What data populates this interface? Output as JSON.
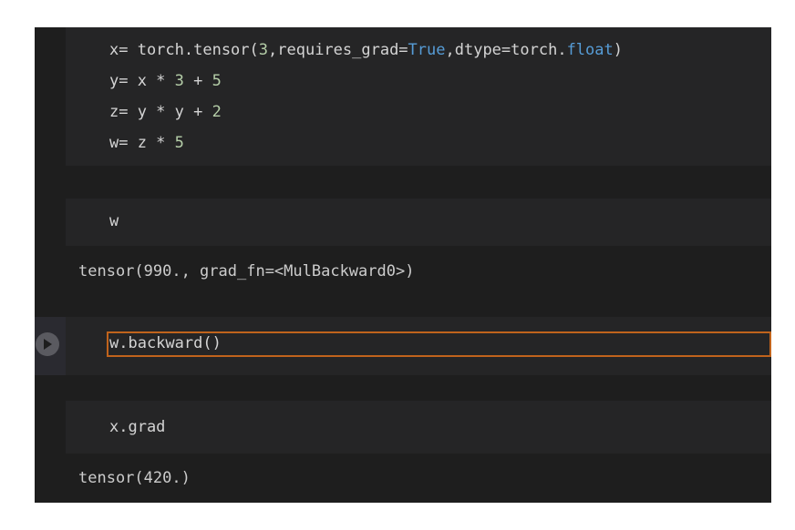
{
  "cells": [
    {
      "id": "cell-1",
      "lines": [
        [
          {
            "t": "x= torch.tensor("
          },
          {
            "t": "3",
            "c": "num"
          },
          {
            "t": ",requires_grad="
          },
          {
            "t": "True",
            "c": "kw"
          },
          {
            "t": ",dtype=torch."
          },
          {
            "t": "float",
            "c": "kw"
          },
          {
            "t": ")"
          }
        ],
        [
          {
            "t": "y= x * "
          },
          {
            "t": "3",
            "c": "num"
          },
          {
            "t": " + "
          },
          {
            "t": "5",
            "c": "num"
          }
        ],
        [
          {
            "t": "z= y * y + "
          },
          {
            "t": "2",
            "c": "num"
          }
        ],
        [
          {
            "t": "w= z * "
          },
          {
            "t": "5",
            "c": "num"
          }
        ]
      ]
    },
    {
      "id": "cell-2",
      "lines": [
        [
          {
            "t": "w"
          }
        ]
      ],
      "output": "tensor(990., grad_fn=<MulBackward0>)"
    },
    {
      "id": "cell-3",
      "lines": [
        [
          {
            "t": "w.backward()"
          }
        ]
      ]
    },
    {
      "id": "cell-4",
      "lines": [
        [
          {
            "t": "x.grad"
          }
        ]
      ],
      "output": "tensor(420.)"
    }
  ],
  "colors": {
    "background": "#1e1e1e",
    "code_text": "#d4d4d4",
    "number": "#b5cea8",
    "keyword": "#569cd6",
    "selection_border": "#c0631c"
  },
  "icons": {
    "run": "play-icon"
  }
}
